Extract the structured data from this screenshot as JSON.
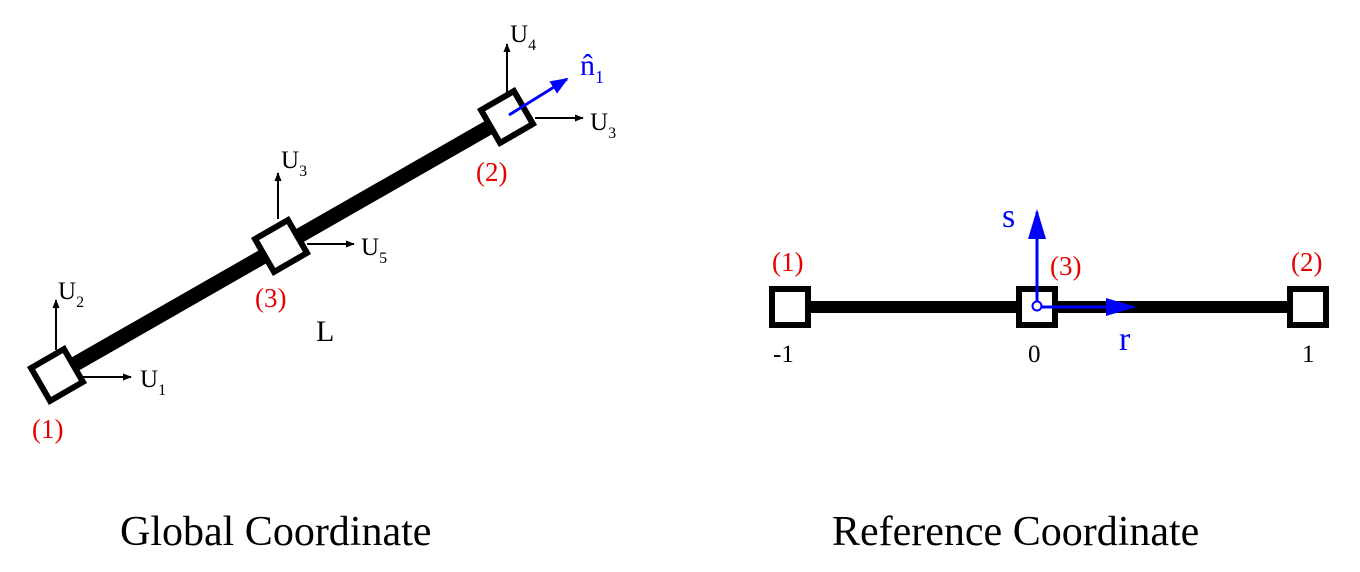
{
  "global": {
    "caption": "Global Coordinate",
    "length_label": "L",
    "nodes": [
      {
        "label": "(1)",
        "dofs": [
          {
            "base": "U",
            "sub": "1"
          },
          {
            "base": "U",
            "sub": "2"
          }
        ]
      },
      {
        "label": "(2)",
        "dofs": [
          {
            "base": "U",
            "sub": "3"
          },
          {
            "base": "U",
            "sub": "4"
          }
        ]
      },
      {
        "label": "(3)",
        "dofs": [
          {
            "base": "U",
            "sub": "5"
          },
          {
            "base": "U",
            "sub": "3"
          }
        ]
      }
    ],
    "normal": {
      "base": "n̂",
      "sub": "1"
    }
  },
  "reference": {
    "caption": "Reference Coordinate",
    "nodes": [
      {
        "label": "(1)",
        "coord": "-1"
      },
      {
        "label": "(3)",
        "coord": "0"
      },
      {
        "label": "(2)",
        "coord": "1"
      }
    ],
    "axes": {
      "r": "r",
      "s": "s"
    }
  },
  "colors": {
    "node_label": "#e60000",
    "vector": "#0000ff",
    "structure": "#000000"
  }
}
